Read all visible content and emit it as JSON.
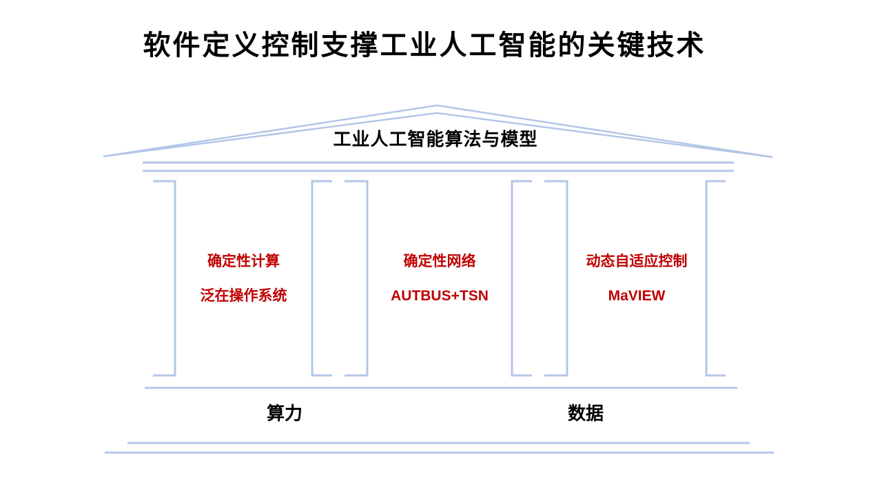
{
  "title": "软件定义控制支撑工业人工智能的关键技术",
  "roof": {
    "label": "工业人工智能算法与模型"
  },
  "pillars": [
    {
      "line1": "确定性计算",
      "line2": "泛在操作系统"
    },
    {
      "line1": "确定性网络",
      "line2": "AUTBUS+TSN"
    },
    {
      "line1": "动态自适应控制",
      "line2": "MaVIEW"
    }
  ],
  "foundation": {
    "left_label": "算力",
    "right_label": "数据"
  },
  "colors": {
    "accent_line": "#b3c6e7",
    "pillar_text": "#c00000",
    "title_text": "#000000"
  }
}
